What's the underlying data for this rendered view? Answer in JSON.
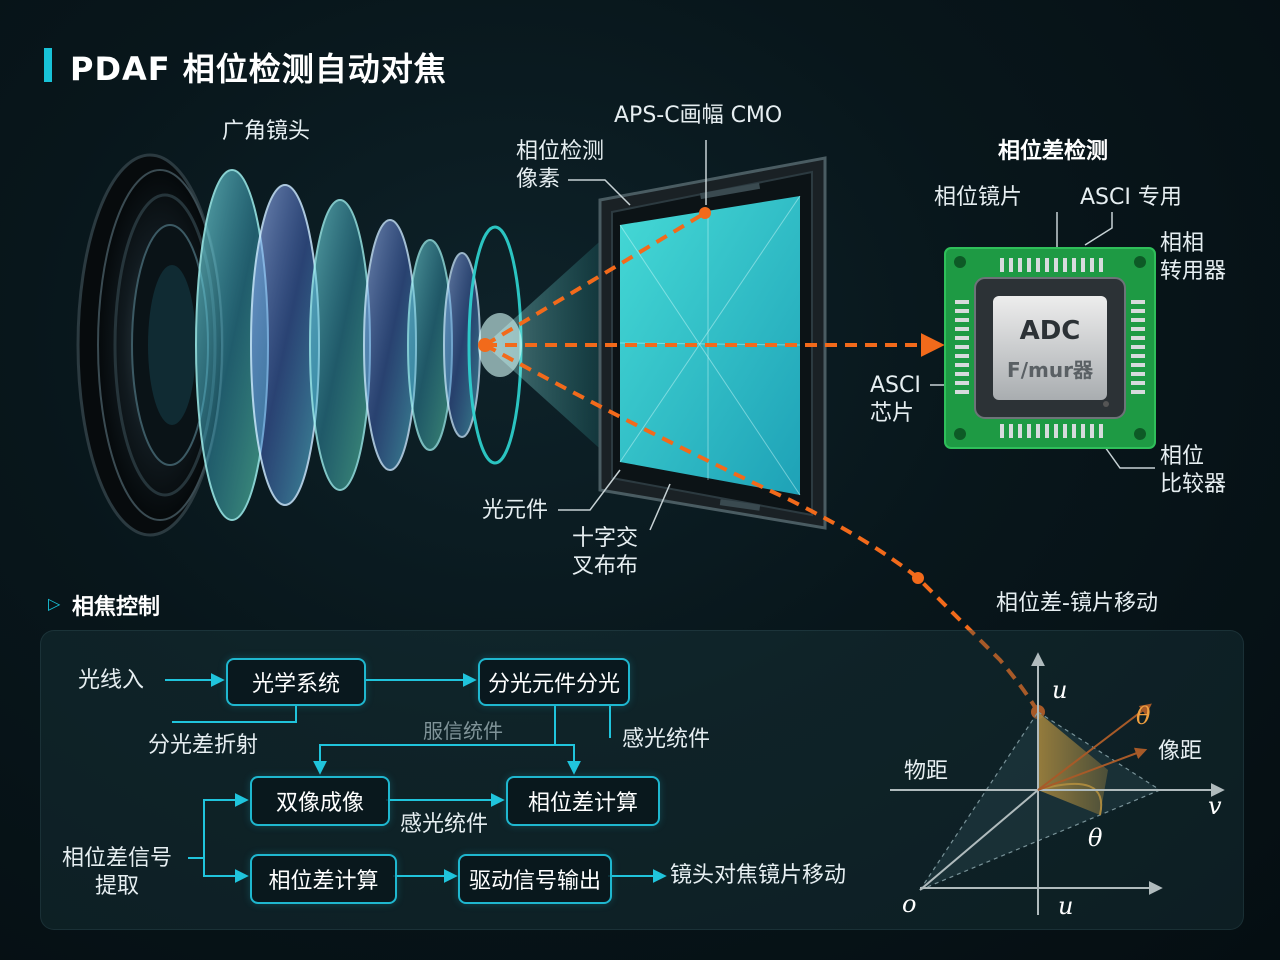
{
  "title": "PDAF 相位检测自动对焦",
  "lens": {
    "label": "广角镜头",
    "optical_element_label": "光元件"
  },
  "sensor": {
    "label": "APS-C画幅 CMO",
    "pixel_label": "相位检测\n像素",
    "cross_label": "十字交\n叉布布"
  },
  "chip_section": {
    "title": "相位差检测",
    "phase_lens_label": "相位镜片",
    "asci_dedicated_label": "ASCI 专用",
    "top_right_label": "相相\n转用器",
    "asci_chip_label": "ASCI\n芯片",
    "comparator_label": "相位\n比较器",
    "chip_line1": "ADC",
    "chip_line2": "F/mur器"
  },
  "focus_control": {
    "title": "相焦控制",
    "light_in": "光线入",
    "optical_system": "光学系统",
    "splitter": "分光元件分光",
    "split_refraction": "分光差折射",
    "dim_label": "服信统件",
    "sensor_unit_right": "感光统件",
    "dual_image": "双像成像",
    "sensor_unit_mid": "感光统件",
    "phase_calc_top": "相位差计算",
    "signal_extract": "相位差信号\n提取",
    "phase_calc_bottom": "相位差计算",
    "drive_output": "驱动信号输出",
    "lens_move": "镜头对焦镜片移动"
  },
  "phase_graph": {
    "title": "相位差-镜片移动",
    "axis_u_top": "u",
    "axis_theta_top": "θ",
    "image_distance": "像距",
    "object_distance": "物距",
    "axis_v": "v",
    "axis_theta_bottom": "θ",
    "axis_o": "o",
    "axis_u_bottom": "u"
  },
  "colors": {
    "accent": "#18c2d8",
    "orange": "#f26a1b",
    "sensor": "#2fd6d3",
    "pcb": "#1e9a44"
  }
}
